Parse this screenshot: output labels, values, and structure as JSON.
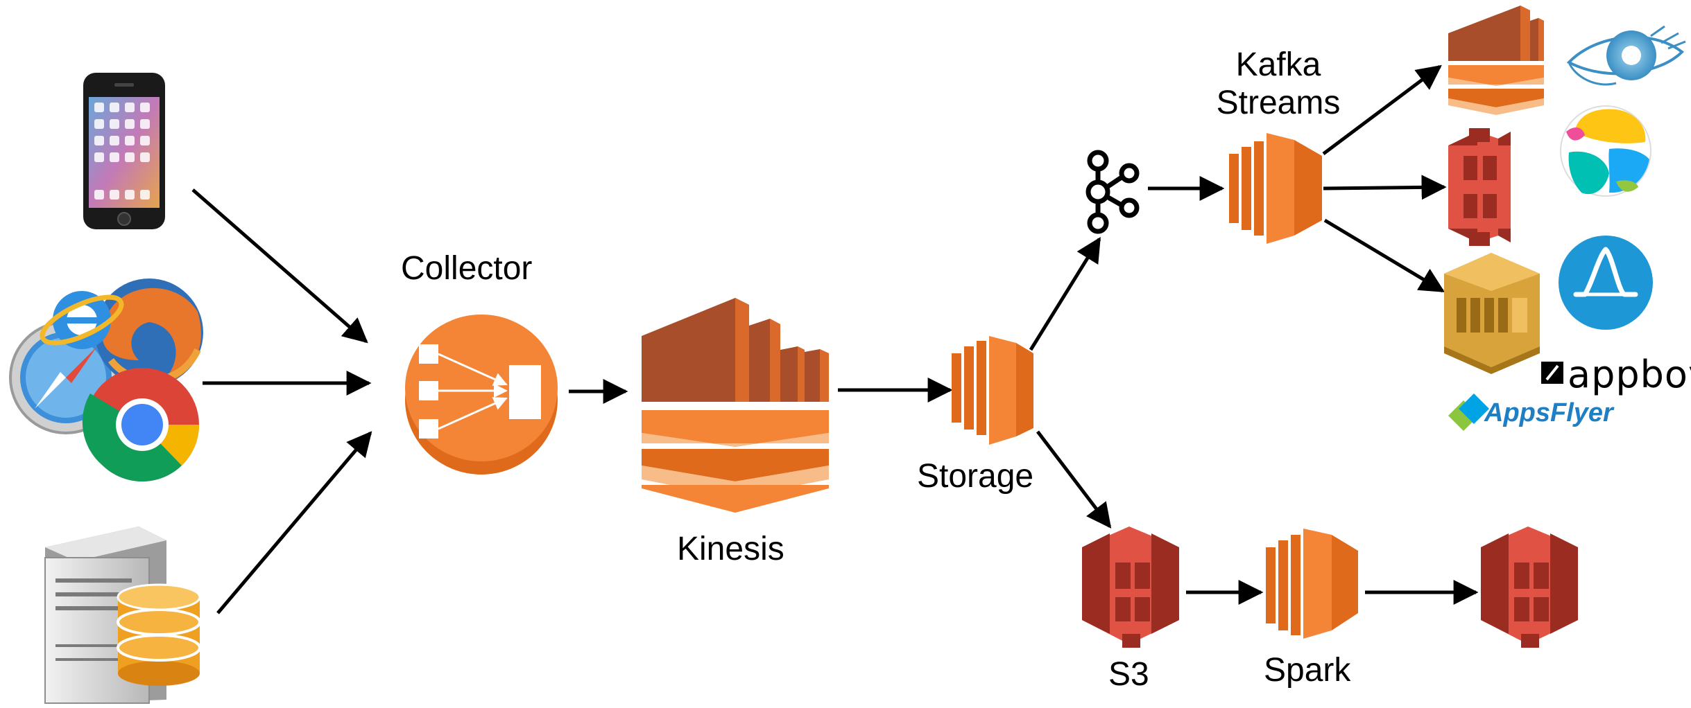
{
  "labels": {
    "collector": "Collector",
    "kinesis": "Kinesis",
    "storage": "Storage",
    "kafka_line1": "Kafka",
    "kafka_line2": "Streams",
    "s3": "S3",
    "spark": "Spark"
  },
  "logos": {
    "appboy": "appboy",
    "appsflyer": "AppsFlyer"
  },
  "sources": [
    "smartphone",
    "web-browsers",
    "server-database"
  ],
  "sinks": [
    "cassandra",
    "elasticsearch",
    "amplitude",
    "appboy",
    "appsflyer"
  ],
  "colors": {
    "aws_orange": "#F58536",
    "aws_orange_dark": "#E06A1B",
    "kinesis_dark": "#A84E2B",
    "kinesis_mid": "#D96A2C",
    "kinesis_light": "#F7BC88",
    "s3_red": "#E05243",
    "s3_red_dark": "#9A2C22",
    "sqs_gold": "#D9A33B",
    "arrow": "#000000"
  }
}
